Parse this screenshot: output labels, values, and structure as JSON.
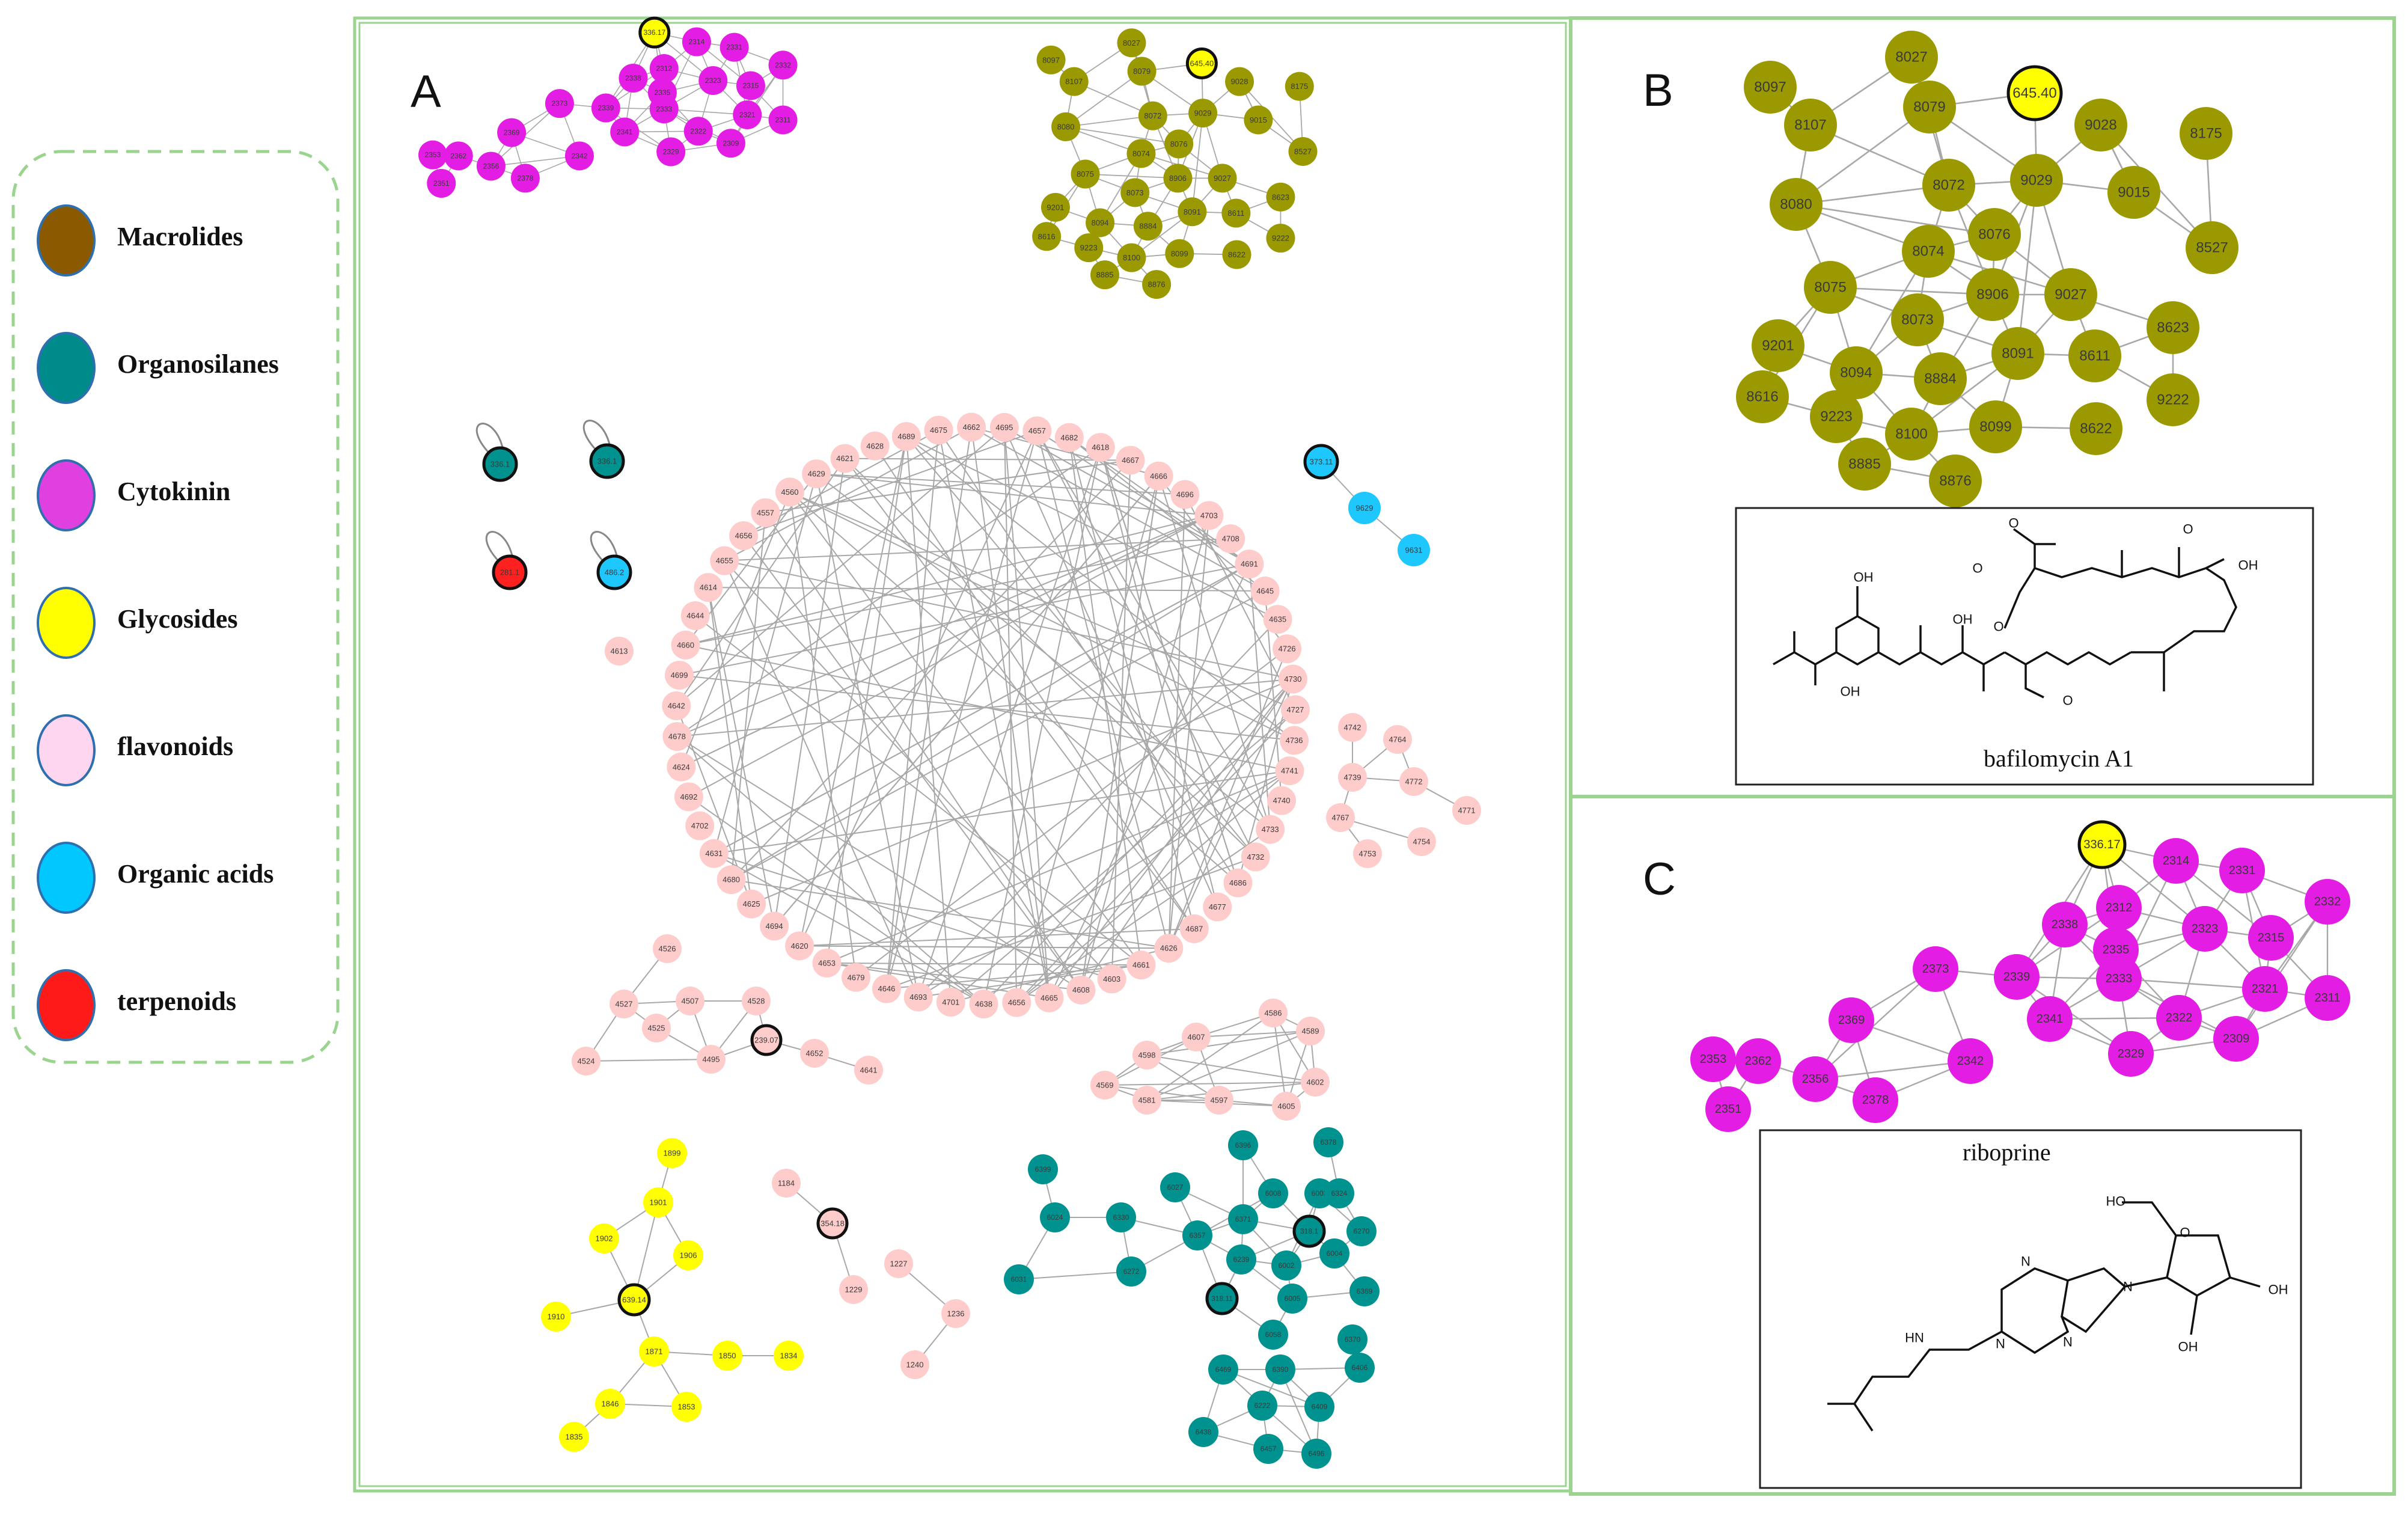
{
  "panels": {
    "a": "A",
    "b": "B",
    "c": "C"
  },
  "legend": [
    {
      "label": "Macrolides",
      "color": "#8b5a00"
    },
    {
      "label": "Organosilanes",
      "color": "#008b8b"
    },
    {
      "label": "Cytokinin",
      "color": "#e040e0"
    },
    {
      "label": "Glycosides",
      "color": "#ffff00"
    },
    {
      "label": "flavonoids",
      "color": "#ffd6f0"
    },
    {
      "label": "Organic acids",
      "color": "#00c8ff"
    },
    {
      "label": "terpenoids",
      "color": "#ff1a1a"
    }
  ],
  "molecules": {
    "b": "bafilomycin A1",
    "c": "riboprine"
  },
  "structure_labels": {
    "b": [
      "OH",
      "OH",
      "OH",
      "O",
      "O",
      "O",
      "O",
      "OH",
      "O"
    ],
    "c": [
      "HO",
      "O",
      "OH",
      "OH",
      "N",
      "N",
      "N",
      "N",
      "HN"
    ]
  },
  "node_colors": {
    "olive": "#9a9a00",
    "magenta": "#e31de3",
    "yellow": "#ffff00",
    "pink": "#ffcccc",
    "teal": "#00928f",
    "cyan": "#1ec8ff",
    "red": "#ff2020",
    "edge": "#a8a8a8",
    "frame": "#9ad48f"
  },
  "clusters": {
    "b_macrolides": {
      "nodes": [
        "8097",
        "8027",
        "8079",
        "645.40",
        "9028",
        "8175",
        "8107",
        "8072",
        "9029",
        "9015",
        "8080",
        "8076",
        "8527",
        "8074",
        "8075",
        "8906",
        "9027",
        "8073",
        "8623",
        "9201",
        "8094",
        "8884",
        "8091",
        "8611",
        "9222",
        "8616",
        "9223",
        "8100",
        "8099",
        "8622",
        "8885",
        "8876"
      ],
      "highlight": [
        "645.40"
      ]
    },
    "c_cytokinin": {
      "nodes": [
        "336.17",
        "2314",
        "2331",
        "2332",
        "2338",
        "2312",
        "2335",
        "2323",
        "2315",
        "2339",
        "2333",
        "2321",
        "2311",
        "2373",
        "2341",
        "2322",
        "2309",
        "2329",
        "2369",
        "2342",
        "2353",
        "2362",
        "2356",
        "2378",
        "2351"
      ],
      "highlight": [
        "336.17"
      ]
    },
    "a_glycosides": {
      "nodes": [
        "1899",
        "1901",
        "1902",
        "1906",
        "639.14",
        "1910",
        "1871",
        "1850",
        "1834",
        "1846",
        "1853",
        "1835"
      ]
    },
    "a_small_pink": {
      "nodes": [
        "1184",
        "354.18",
        "1227",
        "1229",
        "1236",
        "1240"
      ]
    },
    "a_ring_labels": [
      "4695",
      "4657",
      "4682",
      "4618",
      "4667",
      "4666",
      "4696",
      "4703",
      "4708",
      "4691",
      "4645",
      "4635",
      "4726",
      "4730",
      "4727",
      "4736",
      "4741",
      "4740",
      "4733",
      "4732",
      "4686",
      "4677",
      "4687",
      "4626",
      "4661",
      "4603",
      "4608",
      "4665",
      "4656",
      "4638",
      "4701",
      "4693",
      "4646",
      "4679",
      "4653",
      "4620",
      "4694",
      "4625",
      "4680",
      "4631",
      "4702",
      "4692",
      "4624",
      "4678",
      "4642",
      "4699",
      "4660",
      "4644",
      "4614",
      "4655",
      "4656",
      "4557",
      "4560",
      "4629",
      "4621",
      "4628",
      "4689",
      "4675",
      "4662"
    ],
    "a_ring_side": {
      "nodes": [
        "4613",
        "4742",
        "4764",
        "4739",
        "4772",
        "4771",
        "4767",
        "4754",
        "4753"
      ]
    },
    "a_pink_left": {
      "nodes": [
        "4526",
        "4527",
        "4507",
        "4528",
        "4525",
        "4524",
        "4495",
        "239.07",
        "4652",
        "4641"
      ]
    },
    "a_pink_right": {
      "nodes": [
        "4586",
        "4607",
        "4589",
        "4598",
        "4602",
        "4569",
        "4581",
        "4597",
        "4605"
      ]
    },
    "a_teal": {
      "nodes": [
        "6399",
        "6024",
        "6031",
        "6330",
        "6272",
        "6396",
        "6008",
        "6378",
        "6027",
        "6003",
        "6324",
        "6371",
        "6357",
        "318.1",
        "6270",
        "6239",
        "6002",
        "6004",
        "6005",
        "6369",
        "6058",
        "318.11",
        "6370",
        "6469",
        "6390",
        "6406",
        "6222",
        "6438",
        "6457",
        "6496",
        "6409"
      ]
    },
    "a_singletons": {
      "nodes": [
        "336.1",
        "336.1",
        "281.1",
        "486.2",
        "373.11",
        "9629",
        "9631"
      ]
    }
  }
}
